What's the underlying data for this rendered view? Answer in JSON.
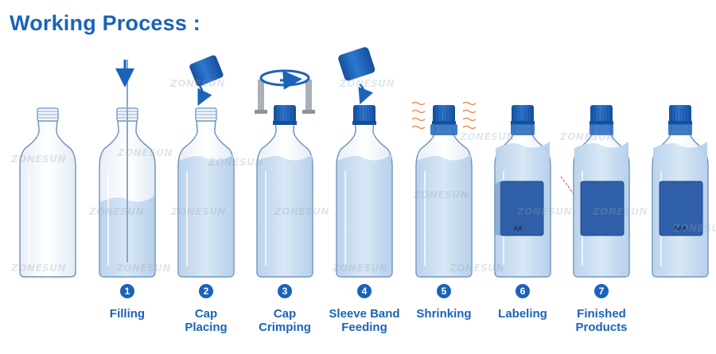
{
  "title": "Working Process :",
  "watermark": "ZONESUN",
  "steps": [
    {
      "number": "1",
      "line1": "Filling",
      "line2": ""
    },
    {
      "number": "2",
      "line1": "Cap",
      "line2": "Placing"
    },
    {
      "number": "3",
      "line1": "Cap",
      "line2": "Crimping"
    },
    {
      "number": "4",
      "line1": "Sleeve Band",
      "line2": "Feeding"
    },
    {
      "number": "5",
      "line1": "Shrinking",
      "line2": ""
    },
    {
      "number": "6",
      "line1": "Labeling",
      "line2": ""
    },
    {
      "number": "7",
      "line1": "Finished",
      "line2": "Products"
    }
  ],
  "label_text_6": "AA",
  "label_text_7": "AAA",
  "colors": {
    "title": "#1b63b8",
    "bottle_outline": "#6a8fbf",
    "liquid": "#c6dcf0",
    "cap": "#1d5fb6",
    "label": "#2f5fa8",
    "heat": "#f07a3a"
  }
}
